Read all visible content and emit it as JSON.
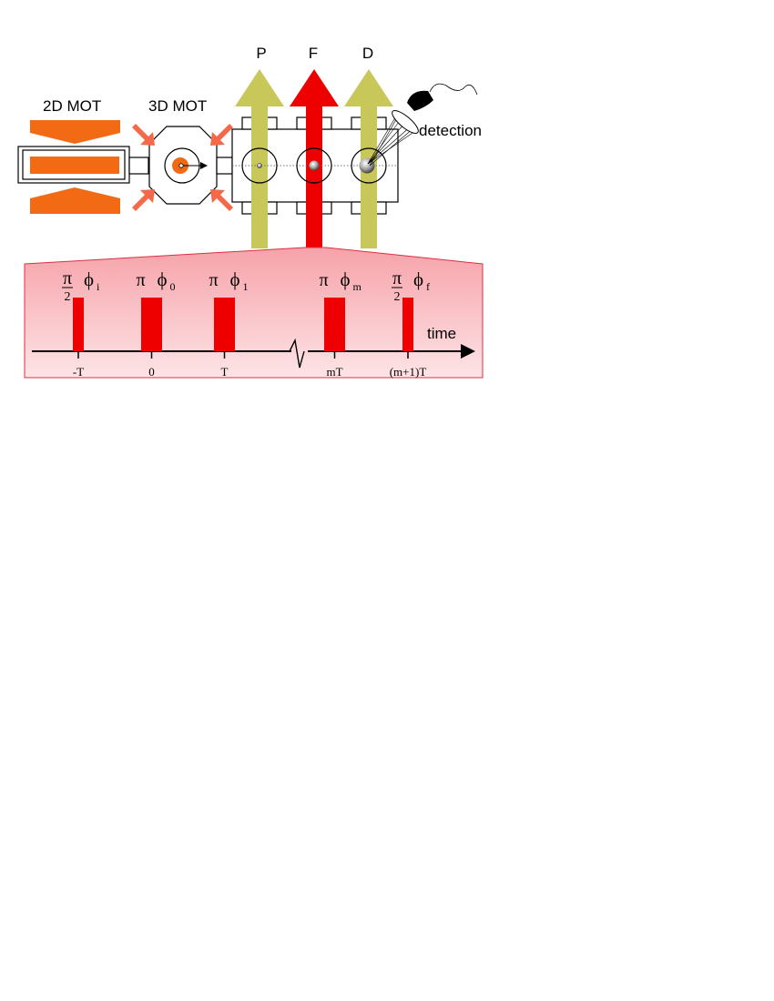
{
  "labels": {
    "mot2d": "2D MOT",
    "mot3d": "3D MOT",
    "beam_p": "P",
    "beam_f": "F",
    "beam_d": "D",
    "detection": "detection",
    "time": "time"
  },
  "pulses": [
    {
      "pi": "π",
      "frac_den": "2",
      "is_half": true,
      "phi_sub": "i",
      "tick": "-T"
    },
    {
      "pi": "π",
      "frac_den": "",
      "is_half": false,
      "phi_sub": "0",
      "tick": "0"
    },
    {
      "pi": "π",
      "frac_den": "",
      "is_half": false,
      "phi_sub": "1",
      "tick": "T"
    },
    {
      "pi": "π",
      "frac_den": "",
      "is_half": false,
      "phi_sub": "m",
      "tick": "mT"
    },
    {
      "pi": "π",
      "frac_den": "2",
      "is_half": true,
      "phi_sub": "f",
      "tick": "(m+1)T"
    }
  ],
  "phi": "ϕ",
  "colors": {
    "mot_orange": "#f26a14",
    "beam_arrow_coral": "#f4694a",
    "beam_olive": "#c8c85a",
    "beam_red": "#ee0000",
    "panel_fill": "#f8a8ae",
    "panel_border": "#d93040",
    "pulse_red": "#ee0000"
  }
}
